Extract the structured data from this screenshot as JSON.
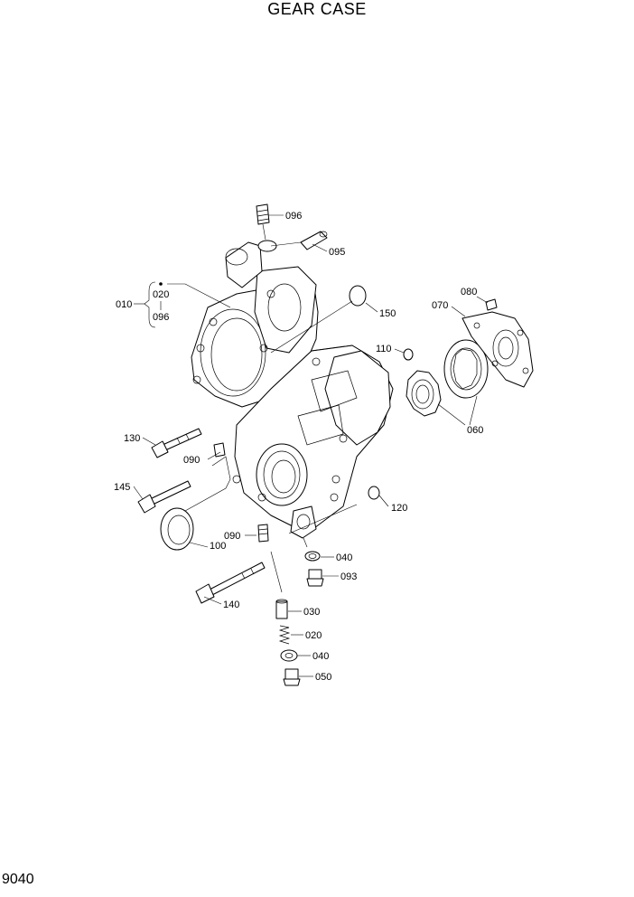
{
  "title": "GEAR CASE",
  "page_number": "9040",
  "callouts": [
    {
      "id": "c096a",
      "text": "096"
    },
    {
      "id": "c095",
      "text": "095"
    },
    {
      "id": "c010",
      "text": "010"
    },
    {
      "id": "c020a",
      "text": "020"
    },
    {
      "id": "c096b",
      "text": "096"
    },
    {
      "id": "c150",
      "text": "150"
    },
    {
      "id": "c080",
      "text": "080"
    },
    {
      "id": "c070",
      "text": "070"
    },
    {
      "id": "c110",
      "text": "110"
    },
    {
      "id": "c060",
      "text": "060"
    },
    {
      "id": "c130",
      "text": "130"
    },
    {
      "id": "c090a",
      "text": "090"
    },
    {
      "id": "c145",
      "text": "145"
    },
    {
      "id": "c120",
      "text": "120"
    },
    {
      "id": "c100",
      "text": "100"
    },
    {
      "id": "c090b",
      "text": "090"
    },
    {
      "id": "c040a",
      "text": "040"
    },
    {
      "id": "c093",
      "text": "093"
    },
    {
      "id": "c140",
      "text": "140"
    },
    {
      "id": "c030",
      "text": "030"
    },
    {
      "id": "c020b",
      "text": "020"
    },
    {
      "id": "c040b",
      "text": "040"
    },
    {
      "id": "c050",
      "text": "050"
    }
  ]
}
